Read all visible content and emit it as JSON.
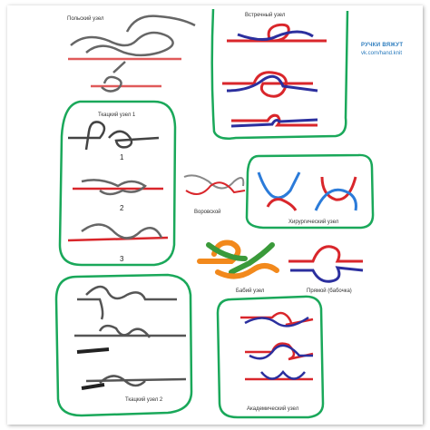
{
  "brand": {
    "title": "РУЧКИ ВЯЖУТ",
    "link": "vk.com/hand.knit"
  },
  "knots": {
    "polish": "Польский узел",
    "oncoming": "Встречный узел",
    "weaving1": "Ткацкий узел 1",
    "thief": "Воровской",
    "surgical": "Хирургический узел",
    "granny": "Бабий узел",
    "reef": "Прямой (бабочка)",
    "weaving2": "Ткацкий узел 2",
    "academic": "Академический узел"
  },
  "steps": [
    "1",
    "2",
    "3"
  ],
  "colors": {
    "frame": "#1aa85a",
    "red": "#d9262b",
    "blue": "#2b2f9e",
    "orange": "#f2891c",
    "green": "#3a9a3a",
    "rope": "#555555"
  }
}
